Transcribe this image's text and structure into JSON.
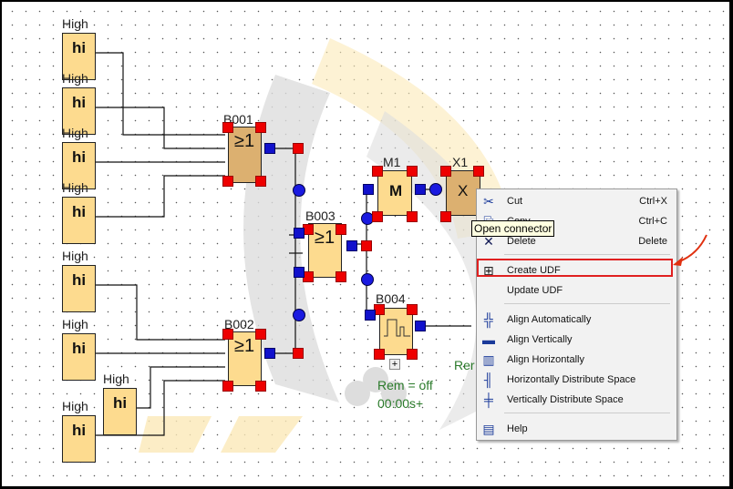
{
  "inputs": [
    {
      "label": "High",
      "text": "hi"
    },
    {
      "label": "High",
      "text": "hi"
    },
    {
      "label": "High",
      "text": "hi"
    },
    {
      "label": "High",
      "text": "hi"
    },
    {
      "label": "High",
      "text": "hi"
    },
    {
      "label": "High",
      "text": "hi"
    },
    {
      "label": "High",
      "text": "hi"
    },
    {
      "label": "High",
      "text": "hi"
    }
  ],
  "blocks": {
    "b001": {
      "name": "B001",
      "symbol": "≥1"
    },
    "b002": {
      "name": "B002",
      "symbol": "≥1"
    },
    "b003": {
      "name": "B003",
      "symbol": "≥1"
    },
    "b004": {
      "name": "B004",
      "symbol": "⎍"
    },
    "m1": {
      "name": "M1",
      "symbol": "M"
    },
    "x1": {
      "name": "X1",
      "symbol": "X"
    }
  },
  "b004_params": {
    "rem": "Rem = off",
    "time": "00:00s+",
    "expand": "+",
    "partial": "Rer"
  },
  "tooltip": "Open connector",
  "context_menu": {
    "items": [
      {
        "icon": "scissors-icon",
        "glyph": "✂",
        "label": "Cut",
        "shortcut": "Ctrl+X"
      },
      {
        "icon": "copy-icon",
        "glyph": "⎘",
        "label": "Copy",
        "shortcut": "Ctrl+C"
      },
      {
        "icon": "delete-icon",
        "glyph": "✕",
        "label": "Delete",
        "shortcut": "Delete"
      },
      {
        "icon": "create-udf-icon",
        "glyph": "⊞",
        "label": "Create UDF",
        "shortcut": ""
      },
      {
        "icon": "update-udf-icon",
        "glyph": "",
        "label": "Update UDF",
        "shortcut": ""
      },
      {
        "icon": "align-auto-icon",
        "glyph": "╬",
        "label": "Align Automatically",
        "shortcut": ""
      },
      {
        "icon": "align-vertical-icon",
        "glyph": "▬",
        "label": "Align Vertically",
        "shortcut": ""
      },
      {
        "icon": "align-horizontal-icon",
        "glyph": "▥",
        "label": "Align Horizontally",
        "shortcut": ""
      },
      {
        "icon": "h-distribute-icon",
        "glyph": "╢",
        "label": "Horizontally Distribute Space",
        "shortcut": ""
      },
      {
        "icon": "v-distribute-icon",
        "glyph": "╪",
        "label": "Vertically Distribute Space",
        "shortcut": ""
      },
      {
        "icon": "help-icon",
        "glyph": "▤",
        "label": "Help",
        "shortcut": ""
      }
    ]
  },
  "colors": {
    "block_fill": "#fddb8f",
    "handle": "#e00000",
    "connector": "#1111cc",
    "highlight": "#e02020",
    "param_text": "#2a7a2a"
  }
}
